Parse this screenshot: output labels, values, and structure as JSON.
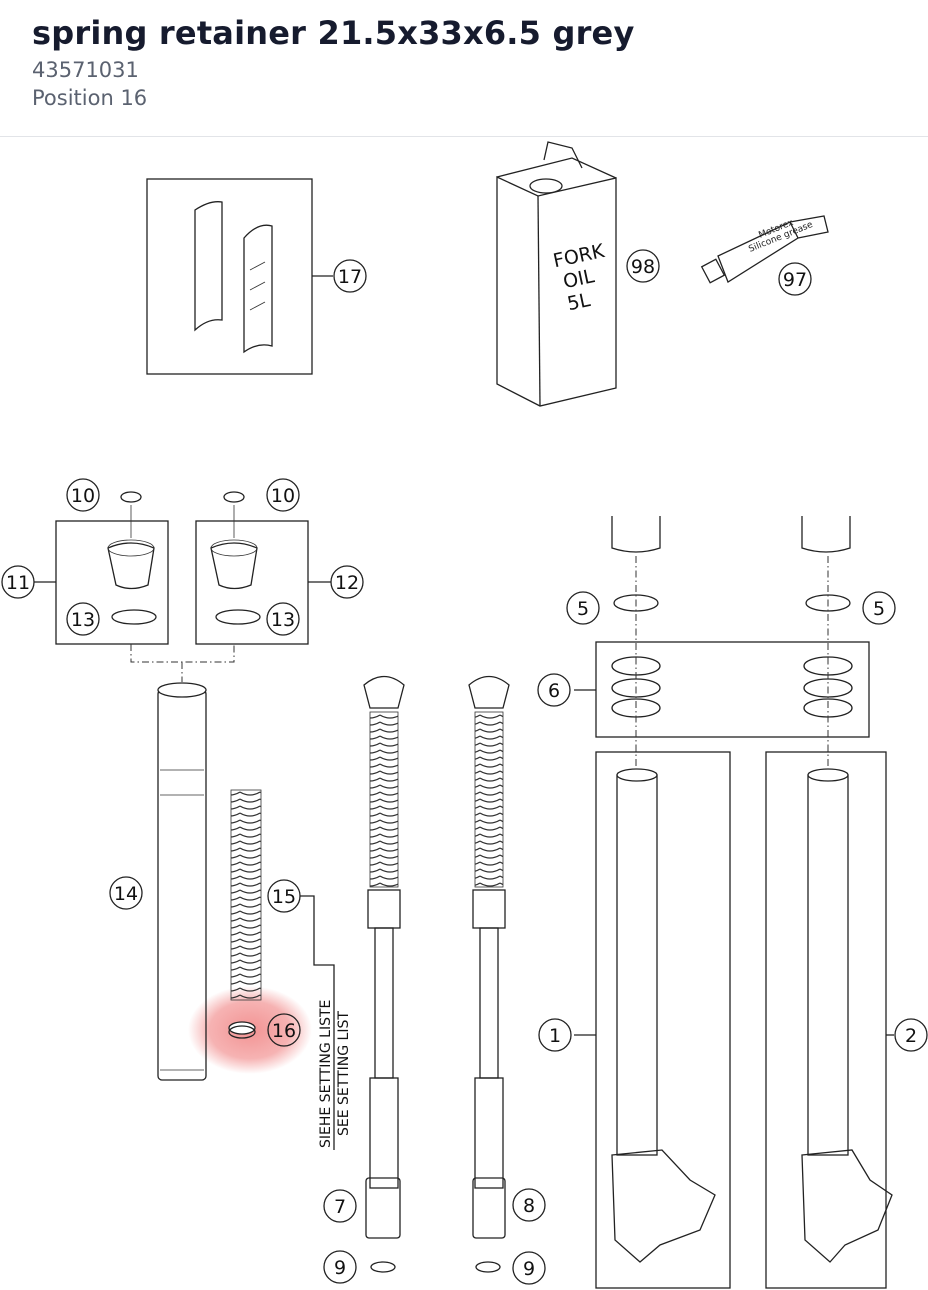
{
  "header": {
    "title": "spring retainer 21.5x33x6.5 grey",
    "part_number": "43571031",
    "position": "Position 16"
  },
  "diagram": {
    "highlight_color": "#f08080",
    "highlighted_callout": "16",
    "callouts": [
      "1",
      "2",
      "5",
      "5",
      "6",
      "7",
      "8",
      "9",
      "9",
      "10",
      "10",
      "11",
      "12",
      "13",
      "13",
      "14",
      "15",
      "16",
      "17",
      "97",
      "98"
    ],
    "can_label": [
      "FORK",
      "OIL",
      "5L"
    ],
    "tube_label": [
      "Motorex",
      "Silicone grease"
    ],
    "setting_note": [
      "SIEHE SETTING LISTE",
      "SEE SETTING LIST"
    ]
  }
}
